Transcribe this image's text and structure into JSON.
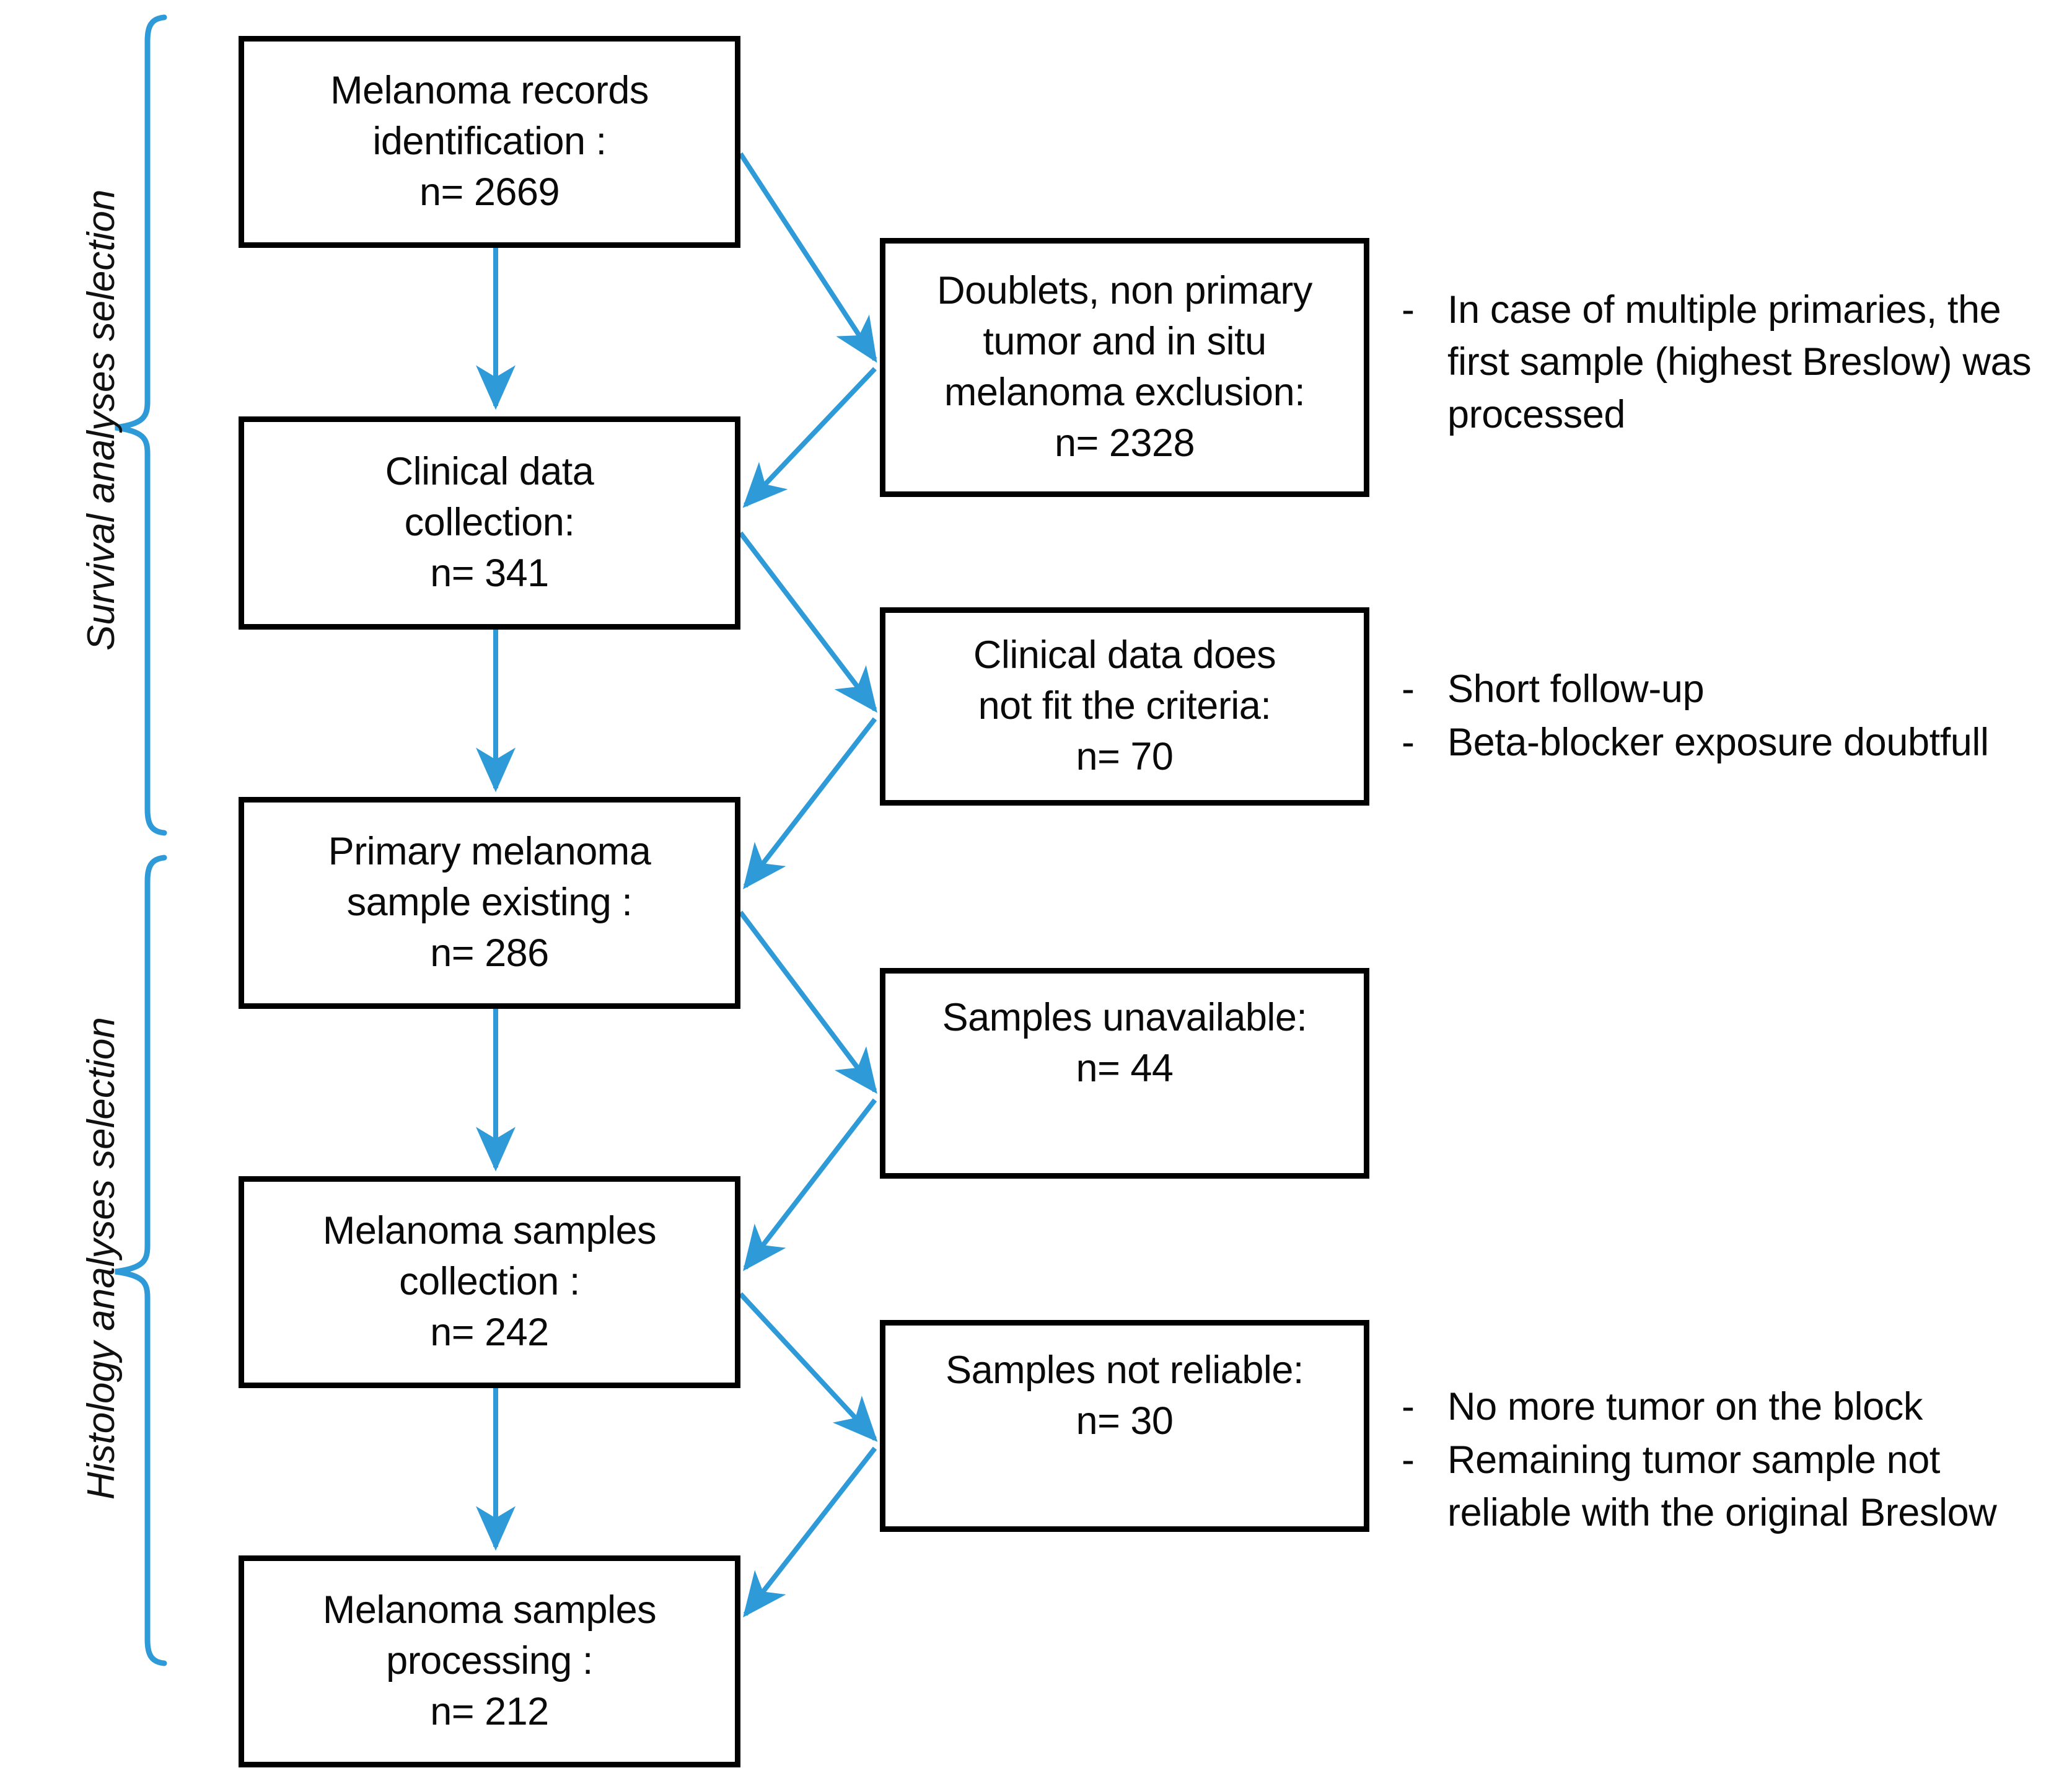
{
  "diagram": {
    "title": "Melanoma study selection flow diagram",
    "accent_color": "#2E9AD8",
    "border_color": "#000000",
    "text_color": "#0A0A0A",
    "background": "#FFFFFF"
  },
  "brackets": [
    {
      "label": "Survival analyses selection"
    },
    {
      "label": "Histology analyses selection"
    }
  ],
  "flow_nodes": [
    {
      "id": "records-identification",
      "lines": [
        "Melanoma records",
        "identification :",
        "n= 2669"
      ],
      "n": 2669
    },
    {
      "id": "clinical-data-collection",
      "lines": [
        "Clinical data",
        "collection:",
        "n= 341"
      ],
      "n": 341
    },
    {
      "id": "primary-melanoma-sample",
      "lines": [
        "Primary melanoma",
        "sample existing :",
        "n= 286"
      ],
      "n": 286
    },
    {
      "id": "melanoma-samples-collection",
      "lines": [
        "Melanoma samples",
        "collection :",
        "n= 242"
      ],
      "n": 242
    },
    {
      "id": "melanoma-samples-processing",
      "lines": [
        "Melanoma samples",
        "processing :",
        "n= 212"
      ],
      "n": 212
    }
  ],
  "exclusion_nodes": [
    {
      "id": "doublets-exclusion",
      "lines": [
        "Doublets, non primary",
        "tumor and in situ",
        "melanoma exclusion:",
        "n= 2328"
      ],
      "n": 2328
    },
    {
      "id": "clinical-criteria-exclusion",
      "lines": [
        "Clinical data does",
        "not fit the criteria:",
        "n= 70"
      ],
      "n": 70
    },
    {
      "id": "samples-unavailable",
      "lines": [
        "Samples unavailable:",
        "n= 44"
      ],
      "n": 44
    },
    {
      "id": "samples-not-reliable",
      "lines": [
        "Samples not reliable:",
        "n= 30"
      ],
      "n": 30
    }
  ],
  "notes": [
    {
      "id": "note-multiple-primaries",
      "bullets": [
        {
          "dash": "-",
          "text": "In case of multiple primaries, the first sample (highest Breslow) was processed"
        }
      ]
    },
    {
      "id": "note-clinical-criteria",
      "bullets": [
        {
          "dash": "-",
          "text": "Short follow-up"
        },
        {
          "dash": "-",
          "text": "Beta-blocker exposure doubtfull"
        }
      ]
    },
    {
      "id": "note-samples-not-reliable",
      "bullets": [
        {
          "dash": "-",
          "text": "No more tumor on the block"
        },
        {
          "dash": "-",
          "text": "Remaining tumor sample not reliable with the original Breslow"
        }
      ]
    }
  ],
  "chart_data": {
    "type": "diagram",
    "flow": [
      {
        "step": "Melanoma records identification",
        "n": 2669,
        "excluded": {
          "reason": "Doublets, non primary tumor and in situ melanoma exclusion",
          "n": 2328
        }
      },
      {
        "step": "Clinical data collection",
        "n": 341,
        "excluded": {
          "reason": "Clinical data does not fit the criteria",
          "n": 70
        }
      },
      {
        "step": "Primary melanoma sample existing",
        "n": 286,
        "excluded": {
          "reason": "Samples unavailable",
          "n": 44
        }
      },
      {
        "step": "Melanoma samples collection",
        "n": 242,
        "excluded": {
          "reason": "Samples not reliable",
          "n": 30
        }
      },
      {
        "step": "Melanoma samples processing",
        "n": 212,
        "excluded": null
      }
    ]
  }
}
